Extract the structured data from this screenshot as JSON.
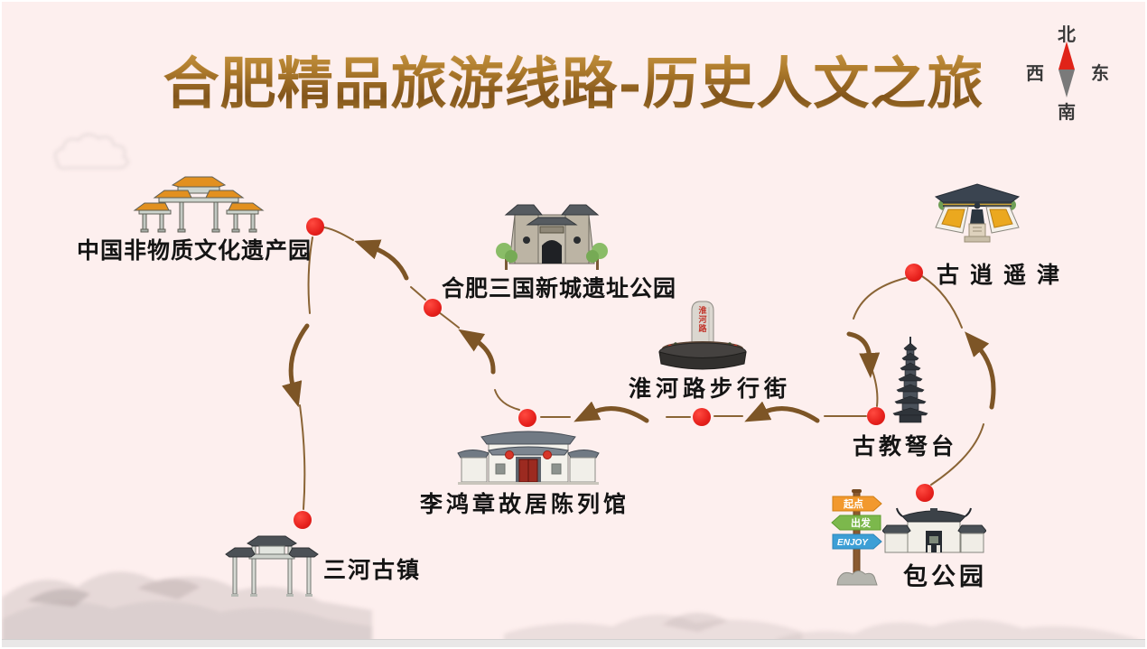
{
  "title": "合肥精品旅游线路-历史人文之旅",
  "compass": {
    "north": "北",
    "south": "南",
    "east": "东",
    "west": "西"
  },
  "locations": [
    {
      "label": "中国非物质文化遗产园"
    },
    {
      "label": "合肥三国新城遗址公园"
    },
    {
      "label": "古逍遥津"
    },
    {
      "label": "淮河路步行街",
      "monument_chars": [
        "淮",
        "河",
        "路"
      ]
    },
    {
      "label": "古教弩台"
    },
    {
      "label": "李鸿章故居陈列馆"
    },
    {
      "label": "三河古镇"
    },
    {
      "label": "包公园"
    }
  ],
  "signpost": {
    "signs": [
      {
        "label": "起点"
      },
      {
        "label": "出发"
      },
      {
        "label": "ENJOY"
      }
    ]
  },
  "colors": {
    "background": "#fdefee",
    "title_gold": "#a87b2d",
    "route_brown": "#7d5526",
    "stop_red": "#e6201c",
    "sign_orange": "#f2992e",
    "sign_green": "#7cb84c",
    "sign_blue": "#3d9fd6",
    "compass_red": "#e02318",
    "compass_gray": "#7a7a7a"
  }
}
